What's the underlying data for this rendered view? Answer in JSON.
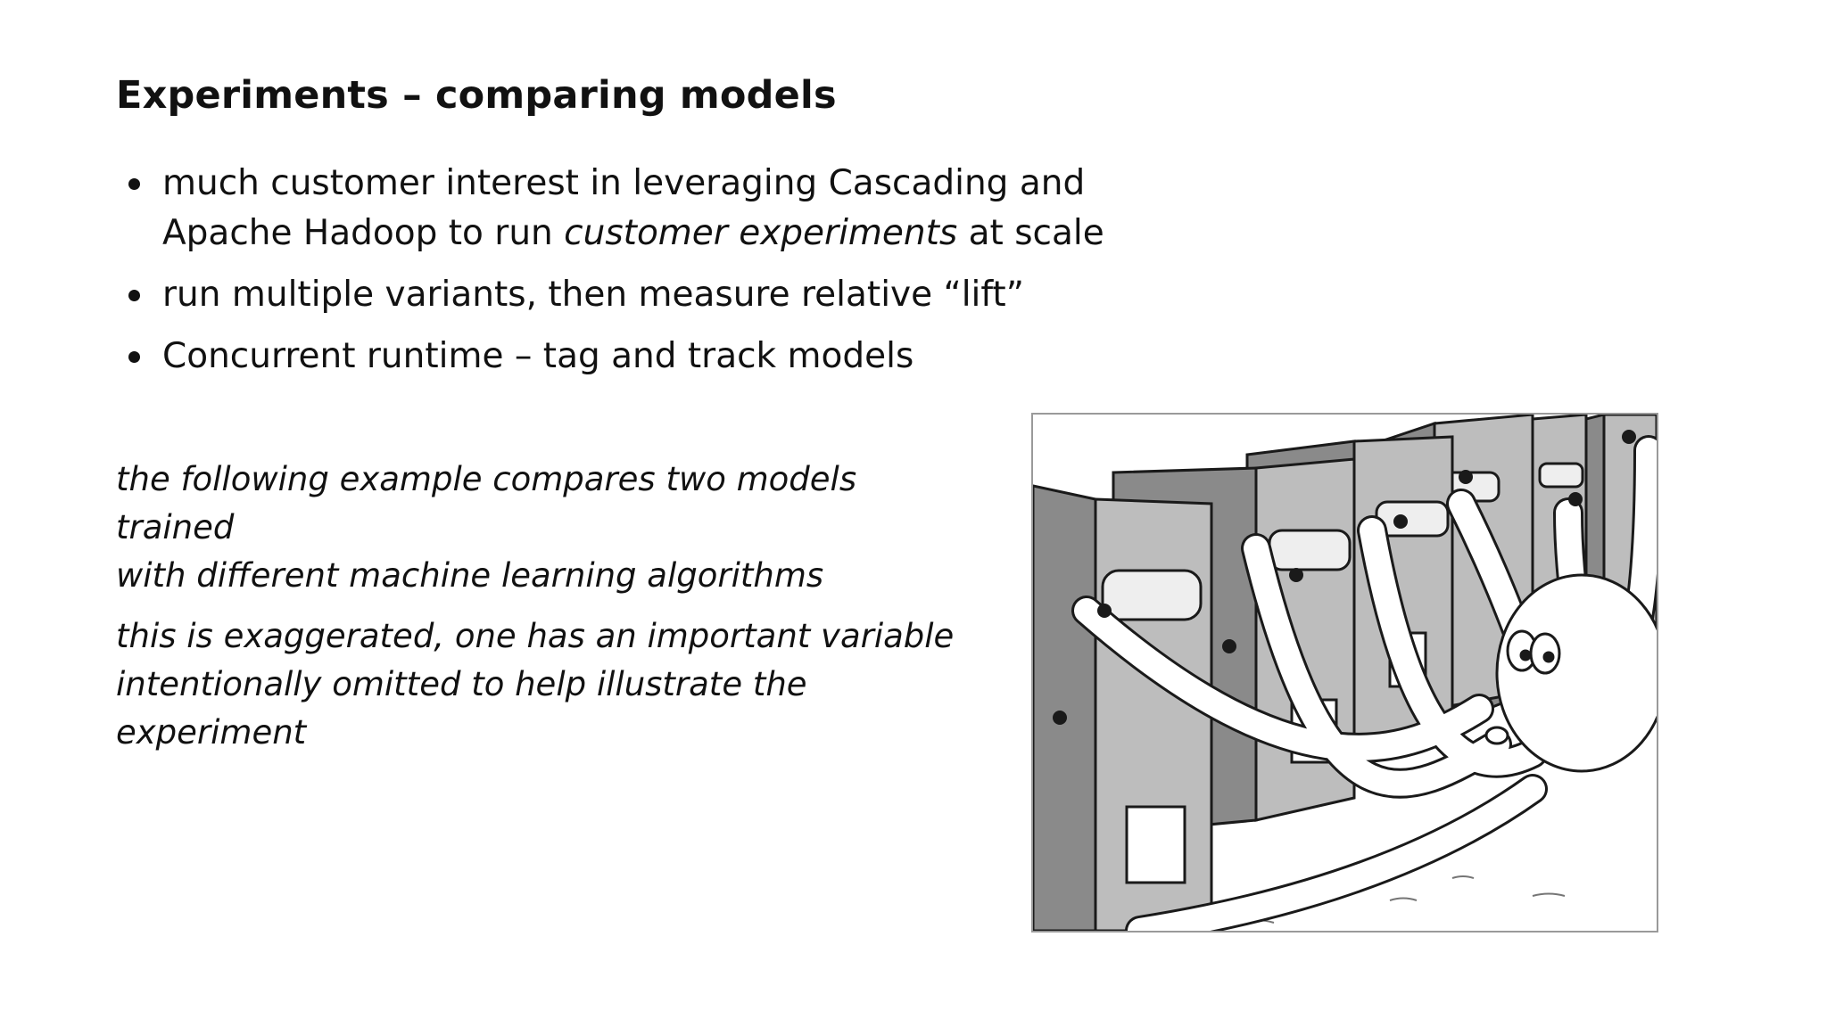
{
  "slide": {
    "title": "Experiments – comparing models",
    "bullets": [
      {
        "line1": "much customer interest in leveraging Cascading and",
        "line2_prefix": "Apache Hadoop to run ",
        "line2_em": "customer experiments",
        "line2_suffix": " at scale"
      },
      {
        "text": "run multiple variants, then measure relative “lift”"
      },
      {
        "text": "Concurrent runtime – tag and track models"
      }
    ],
    "notes": [
      {
        "line1": "the following example compares two models trained",
        "line2": "with different machine learning algorithms"
      },
      {
        "line1": "this is exaggerated, one has an important variable",
        "line2": "intentionally omitted to help illustrate the experiment"
      }
    ],
    "illustration": {
      "subject": "octopus-playing-slot-machines",
      "colors": {
        "machine": "#bdbdbd",
        "machine_dark": "#8a8a8a",
        "outline": "#1a1a1a",
        "octopus": "#ffffff"
      }
    }
  }
}
